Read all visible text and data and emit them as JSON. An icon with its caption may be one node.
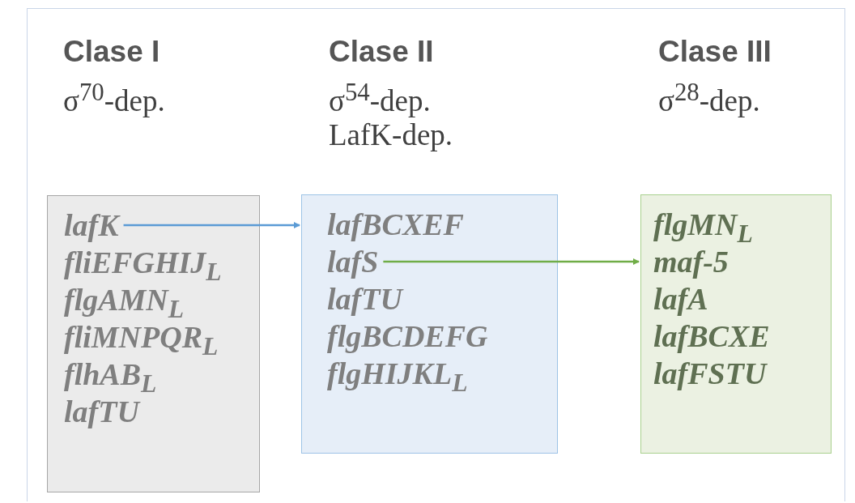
{
  "diagram": {
    "nodes": [
      {
        "text": [],
        "shape": "box"
      },
      {
        "text": [
          "lafK"
        ],
        "in": 0
      },
      {
        "text": [
          "fliEFGHIJ$_{L}$"
        ],
        "in": 0
      },
      {
        "text": [
          "flgAMN$_{L}$"
        ],
        "in": 0
      },
      {
        "text": [
          "fliMNPQR$_{L}$"
        ],
        "in": 0
      },
      {
        "text": [
          "flhAB$_{L}$"
        ],
        "in": 0
      },
      {
        "text": [
          "lafTU"
        ],
        "in": 0
      },
      {
        "text": [],
        "shape": "box"
      },
      {
        "text": [
          "lafBCXEF"
        ],
        "in": 7
      },
      {
        "text": [
          "lafS"
        ],
        "in": 7
      },
      {
        "text": [
          "lafTU"
        ],
        "in": 7
      },
      {
        "text": [
          "flgBCDEFG"
        ],
        "in": 7
      },
      {
        "text": [
          "flgHIJKL$_{L}$"
        ],
        "in": 7
      },
      {
        "text": [],
        "shape": "box"
      },
      {
        "text": [
          "flgMN$_{L}$"
        ],
        "in": 13
      },
      {
        "text": [
          "maf-5"
        ],
        "in": 13
      },
      {
        "text": [
          "lafA"
        ],
        "in": 13
      },
      {
        "text": [
          "lafBCXE"
        ],
        "in": 13
      },
      {
        "text": [
          "lafFSTU"
        ],
        "in": 13
      }
    ],
    "edges": [
      {
        "from": 1,
        "to": 7,
        "arrow": "to",
        "color": "#5b9bd5"
      },
      {
        "from": 9,
        "to": 13,
        "arrow": "to",
        "color": "#70ad47"
      }
    ],
    "labels": [
      "Clase I",
      "σ$^{70}$-dep.",
      "Clase II",
      "σ$^{54}$-dep.",
      "LafK-dep.",
      "Clase III",
      "σ$^{28}$-dep."
    ]
  }
}
